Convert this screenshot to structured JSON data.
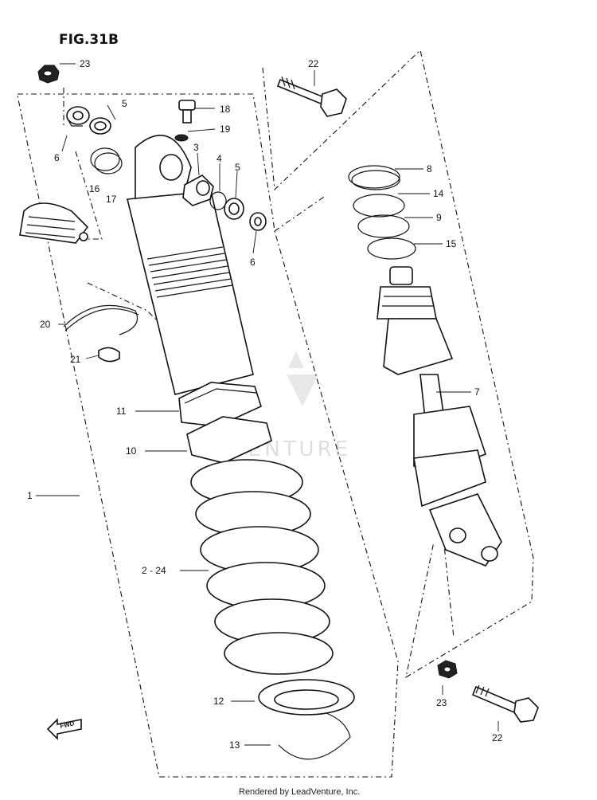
{
  "figure": {
    "title": "FIG.31B"
  },
  "callouts": [
    {
      "id": "c23a",
      "label": "23"
    },
    {
      "id": "c22a",
      "label": "22"
    },
    {
      "id": "c5a",
      "label": "5"
    },
    {
      "id": "c6a",
      "label": "6"
    },
    {
      "id": "c18",
      "label": "18"
    },
    {
      "id": "c19",
      "label": "19"
    },
    {
      "id": "c3",
      "label": "3"
    },
    {
      "id": "c4",
      "label": "4"
    },
    {
      "id": "c5b",
      "label": "5"
    },
    {
      "id": "c6b",
      "label": "6"
    },
    {
      "id": "c16",
      "label": "16"
    },
    {
      "id": "c17",
      "label": "17"
    },
    {
      "id": "c8",
      "label": "8"
    },
    {
      "id": "c14",
      "label": "14"
    },
    {
      "id": "c9",
      "label": "9"
    },
    {
      "id": "c15",
      "label": "15"
    },
    {
      "id": "c20",
      "label": "20"
    },
    {
      "id": "c21",
      "label": "21"
    },
    {
      "id": "c7",
      "label": "7"
    },
    {
      "id": "c11",
      "label": "11"
    },
    {
      "id": "c10",
      "label": "10"
    },
    {
      "id": "c1",
      "label": "1"
    },
    {
      "id": "c224",
      "label": "2 - 24"
    },
    {
      "id": "c12",
      "label": "12"
    },
    {
      "id": "c13",
      "label": "13"
    },
    {
      "id": "c23b",
      "label": "23"
    },
    {
      "id": "c22b",
      "label": "22"
    }
  ],
  "fwd_arrow": {
    "label": "FWD",
    "icon": "forward-arrow-icon"
  },
  "watermark": {
    "text": "VENTURE"
  },
  "footer": {
    "text": "Rendered by LeadVenture, Inc."
  }
}
